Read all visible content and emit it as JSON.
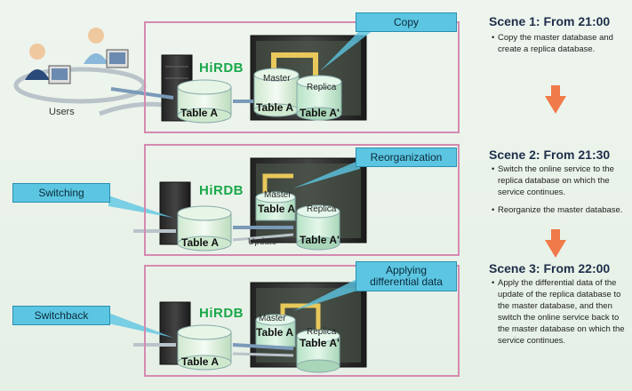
{
  "scenes": [
    {
      "title": "Scene 1: From 21:00",
      "callout": "Copy",
      "bullets": [
        "Copy the master database and create a replica database."
      ]
    },
    {
      "title": "Scene 2: From 21:30",
      "callout": "Reorganization",
      "side_callout": "Switching",
      "bullets": [
        "Switch the online service to the replica database on which the service continues.",
        "Reorganize the master database."
      ]
    },
    {
      "title": "Scene 3: From 22:00",
      "callout_line1": "Applying",
      "callout_line2": "differential data",
      "side_callout": "Switchback",
      "bullets": [
        "Apply the differential data of the update of the replica database to the master database, and then switch the online service back to the master database on which the service continues."
      ]
    }
  ],
  "labels": {
    "users": "Users",
    "hirdb": "HiRDB",
    "master": "Master",
    "replica": "Replica",
    "table_a": "Table A",
    "table_a_prime": "Table A'",
    "update": "Update"
  },
  "colors": {
    "panel_border": "#d58ab0",
    "callout": "#5cc6e2",
    "hirdb": "#1aa84a",
    "arrow_orange": "#f07a4a",
    "copy_frame": "#e8c85a"
  }
}
